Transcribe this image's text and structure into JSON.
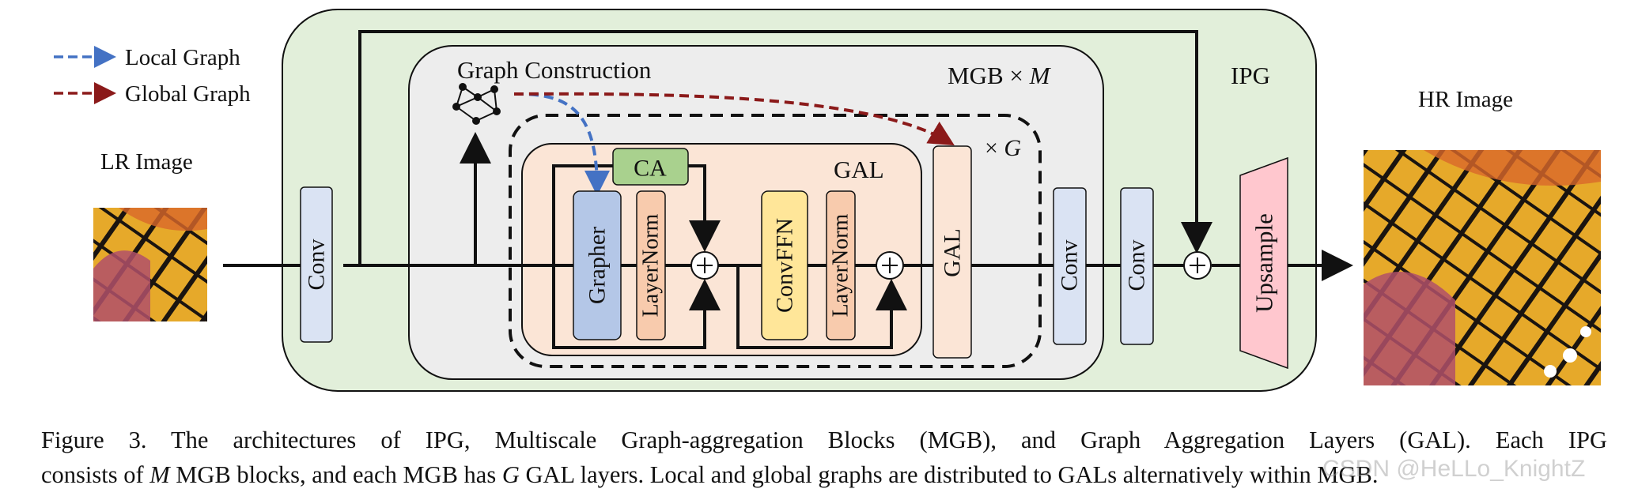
{
  "legend": {
    "local": {
      "label": "Local Graph",
      "color": "#4472C4"
    },
    "global": {
      "label": "Global Graph",
      "color": "#8B1A1A"
    }
  },
  "labels": {
    "lr_image": "LR Image",
    "hr_image": "HR Image",
    "ipg": "IPG",
    "mgb": "MGB ×",
    "mgb_var": "M",
    "graph_construction": "Graph Construction",
    "times_g": "×",
    "g_var": "G",
    "gal_inner": "GAL",
    "ca": "CA",
    "grapher": "Grapher",
    "layernorm1": "LayerNorm",
    "convffn": "ConvFFN",
    "layernorm2": "LayerNorm",
    "gal_block": "GAL",
    "conv_first": "Conv",
    "conv_mgb": "Conv",
    "conv_ipg": "Conv",
    "upsample": "Upsample"
  },
  "colors": {
    "ipg_bg": "#E2EFDA",
    "mgb_bg": "#EDEDED",
    "gal_bg": "#FBE5D6",
    "ca_fill": "#A9D18E",
    "grapher_fill": "#B4C7E7",
    "layernorm_fill": "#F8CBAD",
    "convffn_fill": "#FFE699",
    "conv_fill": "#DAE3F3",
    "upsample_fill": "#FFC7CE"
  },
  "caption": {
    "line1": "Figure 3.  The architectures of IPG, Multiscale Graph-aggregation Blocks (MGB), and Graph Aggregation Layers (GAL). Each IPG",
    "line2_a": "consists of ",
    "line2_m": "M",
    "line2_b": " MGB blocks, and each MGB has ",
    "line2_g": "G",
    "line2_c": " GAL layers. Local and global graphs are distributed to GALs alternatively within MGB."
  },
  "watermark": "CSDN @HeLLo_KnightZ"
}
